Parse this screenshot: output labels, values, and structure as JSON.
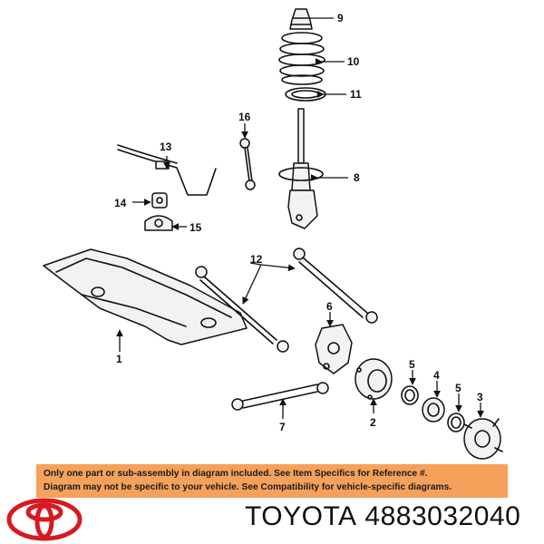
{
  "callouts": [
    "1",
    "2",
    "3",
    "4",
    "5",
    "5",
    "6",
    "7",
    "8",
    "9",
    "10",
    "11",
    "12",
    "13",
    "14",
    "15",
    "16"
  ],
  "disclaimer": {
    "line1": "Only one part or sub-assembly in diagram included. See Item Specifics for Reference #.",
    "line2": "Diagram may not be specific to your vehicle. See Compatibility for vehicle-specific diagrams."
  },
  "brand": {
    "name": "TOYOTA",
    "part_number": "4883032040",
    "logo": "toyota-logo"
  },
  "colors": {
    "disclaimer_bg": "#f5a15b",
    "logo_red": "#d71921"
  }
}
